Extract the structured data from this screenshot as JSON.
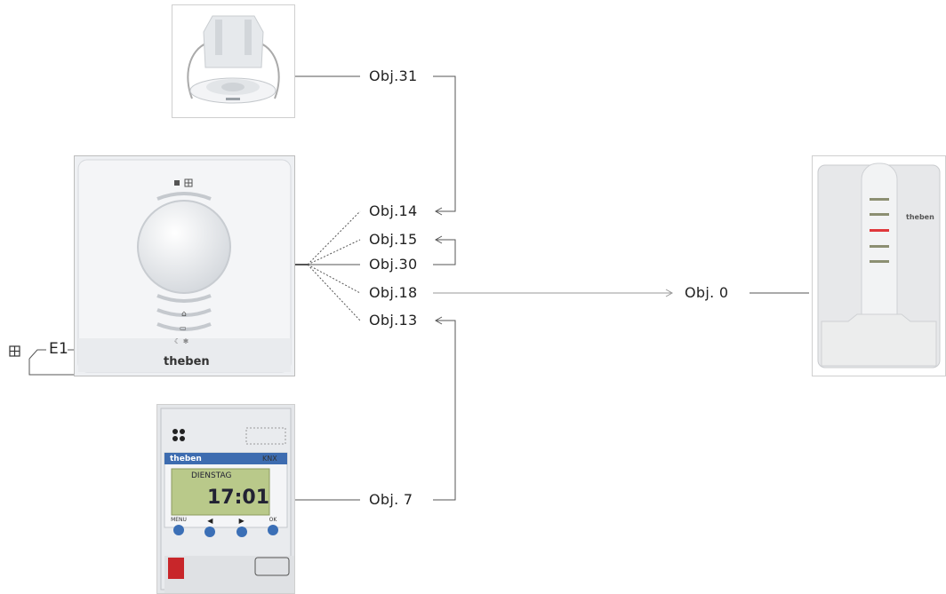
{
  "objects": {
    "obj31": "Obj.31",
    "obj14": "Obj.14",
    "obj15": "Obj.15",
    "obj30": "Obj.30",
    "obj18": "Obj.18",
    "obj13": "Obj.13",
    "obj7": "Obj. 7",
    "obj0": "Obj. 0"
  },
  "input_label": "E1",
  "devices": {
    "thermostat_brand": "theben",
    "timer_brand": "theben",
    "timer_display_time": "17:01",
    "timer_display_day": "DIENSTAG",
    "timer_model": "KNX",
    "timer_buttons": [
      "MENU",
      "◀",
      "▶",
      "OK"
    ],
    "actuator_brand": "theben"
  },
  "colors": {
    "line": "#555555",
    "actuator_led_active": "#e0383c"
  }
}
